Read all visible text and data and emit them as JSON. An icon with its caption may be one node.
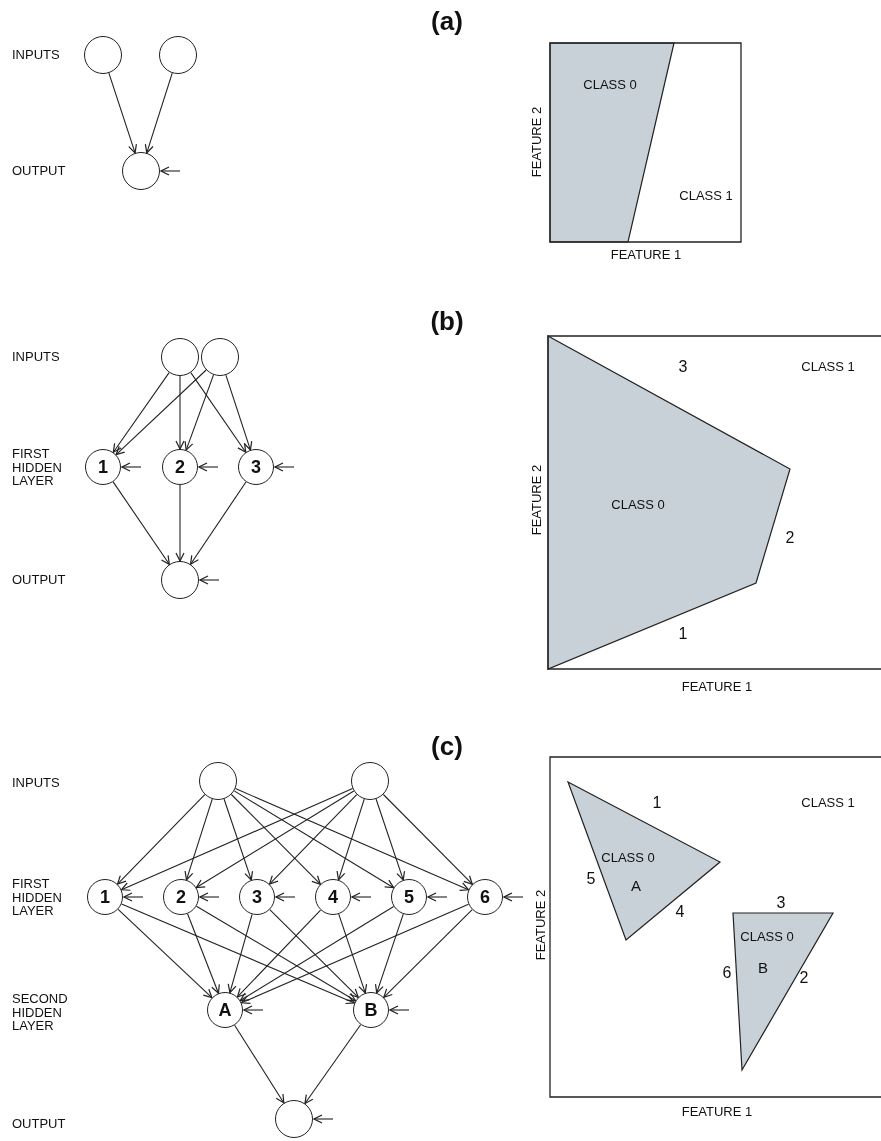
{
  "diagram": {
    "nodes": [
      {
        "text": [],
        "shape": "circle"
      },
      {
        "text": [],
        "shape": "circle"
      },
      {
        "text": [],
        "shape": "circle"
      },
      {
        "text": [],
        "shape": "circle"
      },
      {
        "text": [],
        "shape": "circle"
      },
      {
        "text": [
          "1"
        ]
      },
      {
        "text": [
          "2"
        ]
      },
      {
        "text": [
          "3"
        ]
      },
      {
        "text": [],
        "shape": "circle"
      },
      {
        "text": [],
        "shape": "circle"
      },
      {
        "text": [],
        "shape": "circle"
      },
      {
        "text": [
          "1"
        ]
      },
      {
        "text": [
          "2"
        ]
      },
      {
        "text": [
          "3"
        ]
      },
      {
        "text": [
          "4"
        ]
      },
      {
        "text": [
          "5"
        ]
      },
      {
        "text": [
          "6"
        ]
      },
      {
        "text": [
          "A"
        ]
      },
      {
        "text": [
          "B"
        ]
      },
      {
        "text": [],
        "shape": "circle"
      }
    ],
    "edges": [
      {
        "from": 0,
        "to": 2,
        "arrow": "to"
      },
      {
        "from": 1,
        "to": 2,
        "arrow": "to"
      },
      {
        "from": null,
        "to": 2,
        "arrow": "to"
      },
      {
        "from": 3,
        "to": 5,
        "arrow": "to"
      },
      {
        "from": 3,
        "to": 6,
        "arrow": "to"
      },
      {
        "from": 3,
        "to": 7,
        "arrow": "to"
      },
      {
        "from": 4,
        "to": 5,
        "arrow": "to"
      },
      {
        "from": 4,
        "to": 6,
        "arrow": "to"
      },
      {
        "from": 4,
        "to": 7,
        "arrow": "to"
      },
      {
        "from": 5,
        "to": 8,
        "arrow": "to"
      },
      {
        "from": 6,
        "to": 8,
        "arrow": "to"
      },
      {
        "from": 7,
        "to": 8,
        "arrow": "to"
      },
      {
        "from": null,
        "to": 5,
        "arrow": "to"
      },
      {
        "from": null,
        "to": 6,
        "arrow": "to"
      },
      {
        "from": null,
        "to": 7,
        "arrow": "to"
      },
      {
        "from": null,
        "to": 8,
        "arrow": "to"
      },
      {
        "from": 9,
        "to": 11,
        "arrow": "to"
      },
      {
        "from": 9,
        "to": 12,
        "arrow": "to"
      },
      {
        "from": 9,
        "to": 13,
        "arrow": "to"
      },
      {
        "from": 9,
        "to": 14,
        "arrow": "to"
      },
      {
        "from": 9,
        "to": 15,
        "arrow": "to"
      },
      {
        "from": 9,
        "to": 16,
        "arrow": "to"
      },
      {
        "from": 10,
        "to": 11,
        "arrow": "to"
      },
      {
        "from": 10,
        "to": 12,
        "arrow": "to"
      },
      {
        "from": 10,
        "to": 13,
        "arrow": "to"
      },
      {
        "from": 10,
        "to": 14,
        "arrow": "to"
      },
      {
        "from": 10,
        "to": 15,
        "arrow": "to"
      },
      {
        "from": 10,
        "to": 16,
        "arrow": "to"
      },
      {
        "from": 11,
        "to": 17,
        "arrow": "to"
      },
      {
        "from": 11,
        "to": 18,
        "arrow": "to"
      },
      {
        "from": 12,
        "to": 17,
        "arrow": "to"
      },
      {
        "from": 12,
        "to": 18,
        "arrow": "to"
      },
      {
        "from": 13,
        "to": 17,
        "arrow": "to"
      },
      {
        "from": 13,
        "to": 18,
        "arrow": "to"
      },
      {
        "from": 14,
        "to": 17,
        "arrow": "to"
      },
      {
        "from": 14,
        "to": 18,
        "arrow": "to"
      },
      {
        "from": 15,
        "to": 17,
        "arrow": "to"
      },
      {
        "from": 15,
        "to": 18,
        "arrow": "to"
      },
      {
        "from": 16,
        "to": 17,
        "arrow": "to"
      },
      {
        "from": 16,
        "to": 18,
        "arrow": "to"
      },
      {
        "from": 17,
        "to": 19,
        "arrow": "to"
      },
      {
        "from": 18,
        "to": 19,
        "arrow": "to"
      },
      {
        "from": null,
        "to": 11,
        "arrow": "to"
      },
      {
        "from": null,
        "to": 12,
        "arrow": "to"
      },
      {
        "from": null,
        "to": 13,
        "arrow": "to"
      },
      {
        "from": null,
        "to": 14,
        "arrow": "to"
      },
      {
        "from": null,
        "to": 15,
        "arrow": "to"
      },
      {
        "from": null,
        "to": 16,
        "arrow": "to"
      },
      {
        "from": null,
        "to": 17,
        "arrow": "to"
      },
      {
        "from": null,
        "to": 18,
        "arrow": "to"
      },
      {
        "from": null,
        "to": 19,
        "arrow": "to"
      }
    ],
    "labels": [
      "(a)",
      "INPUTS",
      "OUTPUT",
      "CLASS 0",
      "FEATURE 2",
      "CLASS 1",
      "FEATURE 1",
      "(b)",
      "INPUTS",
      "3",
      "CLASS 1",
      "FIRST HIDDEN LAYER",
      "CLASS 0",
      "FEATURE 2",
      "2",
      "OUTPUT",
      "1",
      "FEATURE 1",
      "(c)",
      "INPUTS",
      "1",
      "CLASS 1",
      "CLASS 0",
      "5",
      "A",
      "FIRST HIDDEN LAYER",
      "3",
      "4",
      "FEATURE 2",
      "CLASS 0",
      "6",
      "B",
      "2",
      "SECOND HIDDEN LAYER",
      "OUTPUT",
      "FEATURE 1"
    ]
  }
}
